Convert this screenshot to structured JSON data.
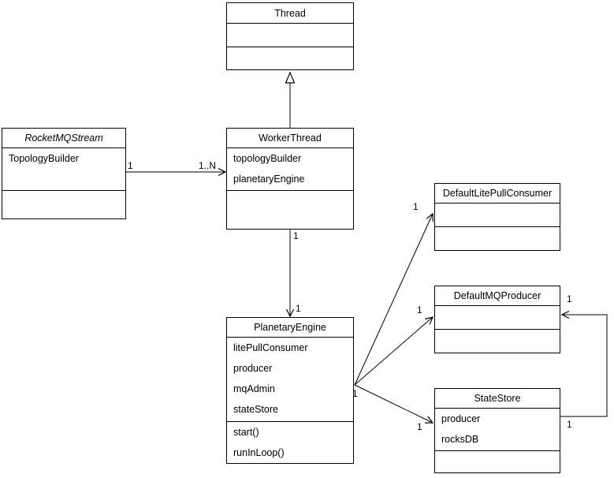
{
  "diagram": {
    "type": "uml-class-diagram",
    "background_color": "#ffffff",
    "stroke_color": "#000000",
    "classes": [
      {
        "name": "Thread",
        "abstract": false,
        "attributes": [],
        "methods": []
      },
      {
        "name": "RocketMQStream",
        "abstract": true,
        "attributes": [
          "TopologyBuilder"
        ],
        "methods": []
      },
      {
        "name": "WorkerThread",
        "abstract": false,
        "attributes": [
          "topologyBuilder",
          "planetaryEngine"
        ],
        "methods": []
      },
      {
        "name": "PlanetaryEngine",
        "abstract": false,
        "attributes": [
          "litePullConsumer",
          "producer",
          "mqAdmin",
          "stateStore"
        ],
        "methods": [
          "start()",
          "runInLoop()"
        ]
      },
      {
        "name": "DefaultLitePullConsumer",
        "abstract": false,
        "attributes": [],
        "methods": []
      },
      {
        "name": "DefaultMQProducer",
        "abstract": false,
        "attributes": [],
        "methods": []
      },
      {
        "name": "StateStore",
        "abstract": false,
        "attributes": [
          "producer",
          "rocksDB"
        ],
        "methods": []
      }
    ],
    "edges": [
      {
        "from": "WorkerThread",
        "to": "Thread",
        "type": "generalization"
      },
      {
        "from": "RocketMQStream",
        "to": "WorkerThread",
        "type": "directed-association",
        "source_label": "1",
        "target_label": "1..N"
      },
      {
        "from": "WorkerThread",
        "to": "PlanetaryEngine",
        "type": "directed-association",
        "source_label": "1",
        "target_label": "1"
      },
      {
        "from": "PlanetaryEngine",
        "to": "DefaultLitePullConsumer",
        "type": "directed-association",
        "target_label": "1"
      },
      {
        "from": "PlanetaryEngine",
        "to": "DefaultMQProducer",
        "type": "directed-association",
        "target_label": "1"
      },
      {
        "from": "PlanetaryEngine",
        "to": "StateStore",
        "type": "directed-association",
        "source_label": "1",
        "target_label": "1"
      },
      {
        "from": "StateStore",
        "to": "DefaultMQProducer",
        "type": "directed-association",
        "source_label": "1",
        "target_label": "1"
      }
    ]
  }
}
